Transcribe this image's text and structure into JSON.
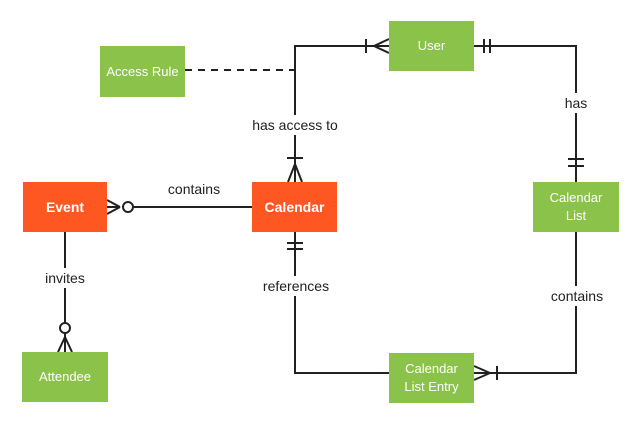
{
  "diagram": {
    "kind": "entity-relationship-diagram",
    "colors": {
      "entity_orange": "#FF5722",
      "entity_green": "#8BC34A",
      "entity_text": "#FFFFFF",
      "line_color": "#212121",
      "label_color": "#212121",
      "background": "#FFFFFF"
    },
    "entities": [
      {
        "id": "event",
        "label": "Event",
        "color": "orange"
      },
      {
        "id": "calendar",
        "label": "Calendar",
        "color": "orange"
      },
      {
        "id": "user",
        "label": "User",
        "color": "green"
      },
      {
        "id": "access-rule",
        "label": "Access Rule",
        "color": "green"
      },
      {
        "id": "calendar-list",
        "label": "Calendar List",
        "color": "green"
      },
      {
        "id": "calendar-list-entry",
        "label": "Calendar List Entry",
        "color": "green"
      },
      {
        "id": "attendee",
        "label": "Attendee",
        "color": "green"
      }
    ],
    "relationships": [
      {
        "label": "contains",
        "from": "Calendar",
        "to": "Event",
        "line": "solid",
        "end_at_event": "zero or many (circle + crow's foot)"
      },
      {
        "label": "invites",
        "from": "Event",
        "to": "Attendee",
        "line": "solid",
        "end_at_attendee": "zero or many (circle + crow's foot)"
      },
      {
        "label": "has access to",
        "from": "Calendar",
        "to": "User",
        "line": "solid",
        "end_at_calendar": "one or many (tick + crow's foot)",
        "end_at_user": "one or many (tick + crow's foot)"
      },
      {
        "label": "",
        "from": "Access Rule",
        "to": "has access to line",
        "line": "dashed"
      },
      {
        "label": "has",
        "from": "User",
        "to": "Calendar List",
        "line": "solid",
        "end_at_user": "exactly one (double tick)",
        "end_at_calendar_list": "exactly one (double tick)"
      },
      {
        "label": "contains",
        "from": "Calendar List",
        "to": "Calendar List Entry",
        "line": "solid",
        "end_at_entry": "one or many (tick + crow's foot)"
      },
      {
        "label": "references",
        "from": "Calendar",
        "to": "Calendar List Entry",
        "line": "solid",
        "end_at_calendar": "exactly one (double tick)"
      }
    ]
  }
}
